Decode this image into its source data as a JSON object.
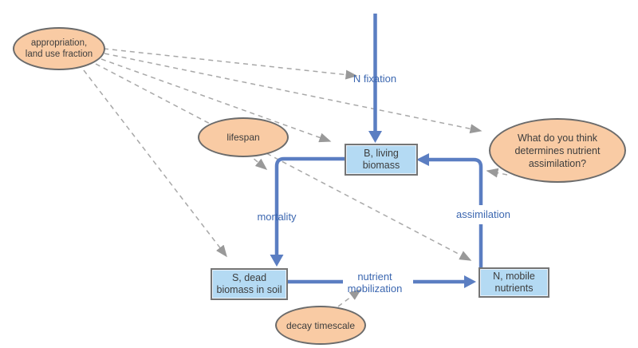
{
  "diagram": {
    "stocks": {
      "biomass": {
        "lines": [
          "B, living",
          "biomass"
        ]
      },
      "soil": {
        "lines": [
          "S, dead",
          "biomass in soil"
        ]
      },
      "nutrients": {
        "lines": [
          "N, mobile",
          "nutrients"
        ]
      }
    },
    "variables": {
      "appropriation": {
        "lines": [
          "appropriation,",
          "land use fraction"
        ]
      },
      "lifespan": {
        "lines": [
          "lifespan"
        ]
      },
      "question": {
        "lines": [
          "What do you think",
          "determines nutrient",
          "assimilation?"
        ]
      },
      "decay": {
        "lines": [
          "decay timescale"
        ]
      }
    },
    "flows": {
      "n_fixation": {
        "label": "N fixation"
      },
      "mortality": {
        "label": "mortality"
      },
      "assimilation": {
        "label": "assimilation"
      },
      "mobilization": {
        "lines": [
          "nutrient",
          "mobilization"
        ]
      }
    },
    "colors": {
      "flow_line": "#5b7ec2",
      "flow_label": "#3c67b0",
      "stock_fill": "#b4daf3",
      "stock_border": "#757575",
      "variable_fill": "#f9cba4",
      "variable_border": "#6b6b6b",
      "influence_line": "#a8a8a8",
      "text": "#3d3d3d",
      "background": "#ffffff"
    }
  }
}
